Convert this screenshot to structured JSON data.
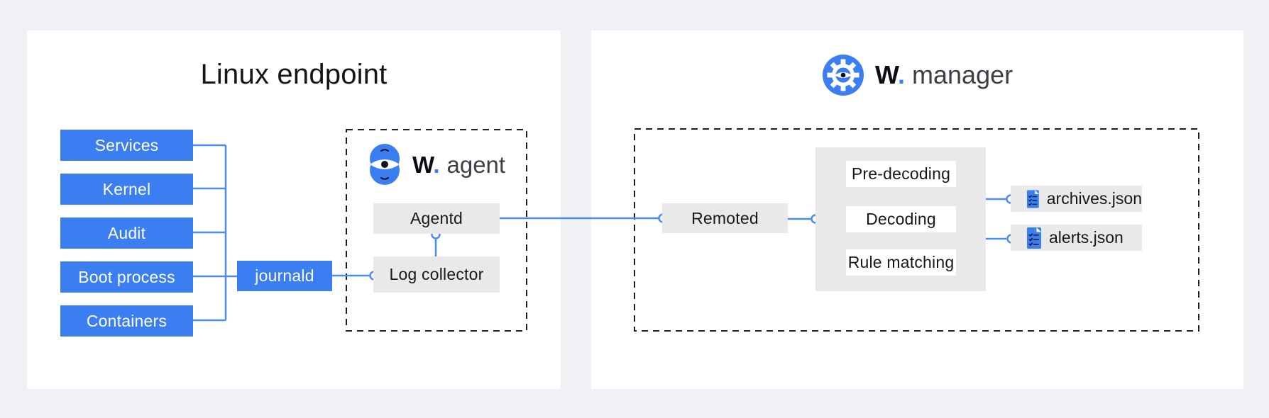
{
  "left_panel": {
    "title": "Linux endpoint",
    "sources": [
      "Services",
      "Kernel",
      "Audit",
      "Boot process",
      "Containers"
    ],
    "journald_label": "journald",
    "agent": {
      "brand_letter": "W",
      "brand_dot": ".",
      "product": "agent",
      "agentd_label": "Agentd",
      "log_collector_label": "Log collector"
    }
  },
  "right_panel": {
    "manager": {
      "brand_letter": "W",
      "brand_dot": ".",
      "product": "manager"
    },
    "remoted_label": "Remoted",
    "pipeline": [
      "Pre-decoding",
      "Decoding",
      "Rule matching"
    ],
    "outputs": [
      "archives.json",
      "alerts.json"
    ]
  },
  "colors": {
    "accent_blue": "#3b7ef2",
    "connector_blue": "#4a8cf7",
    "panel_white": "#ffffff",
    "page_background": "#eff1f4",
    "gray_box": "#e9e9e9",
    "dashed_border": "#1e1e1e"
  }
}
